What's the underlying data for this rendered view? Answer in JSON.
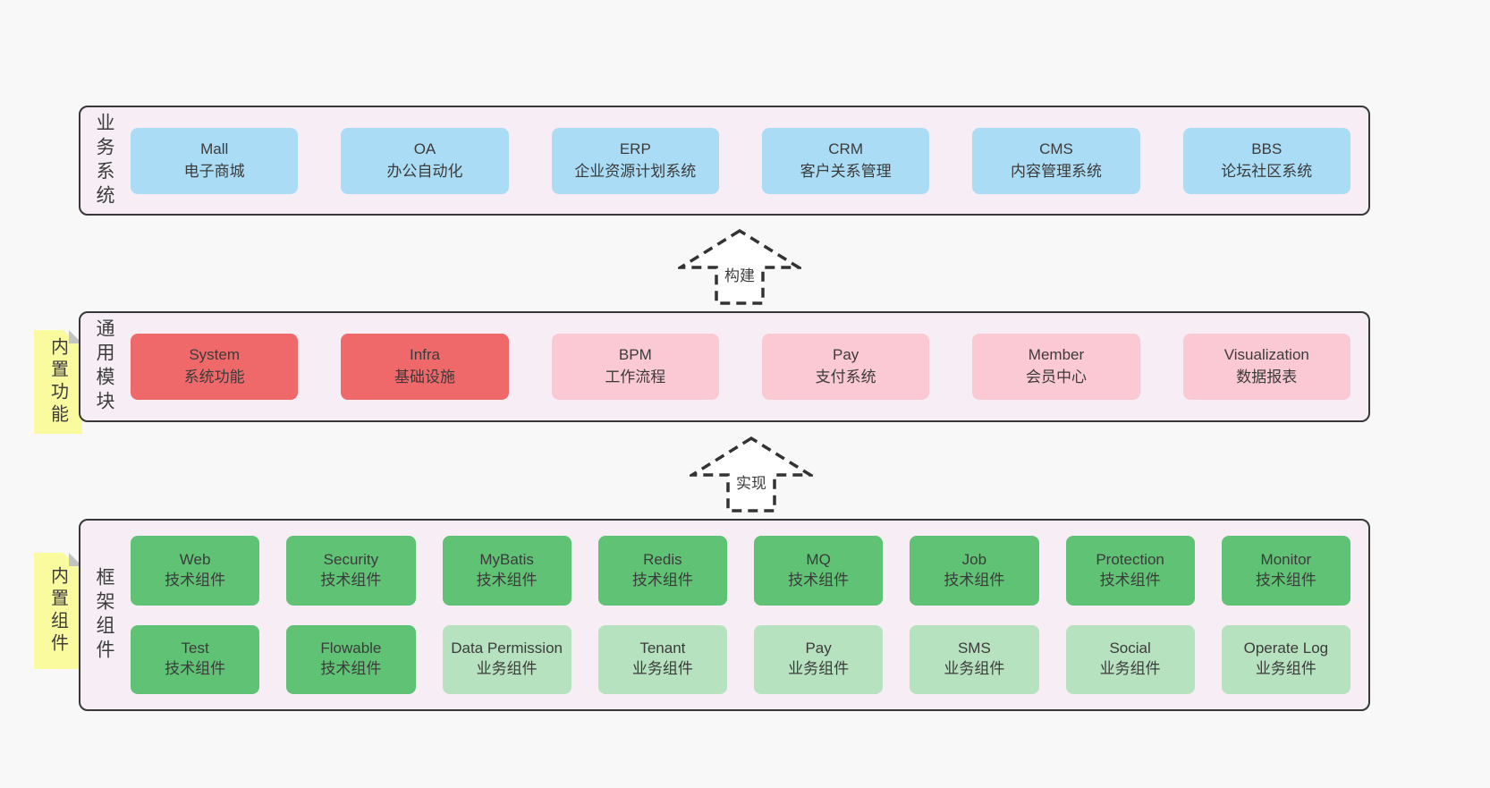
{
  "page": {
    "background": "#f8f8f8"
  },
  "colors": {
    "band_background": "#f7edf5",
    "band_border": "#383838",
    "box_blue": "#aadcf5",
    "box_red": "#f0696a",
    "box_pink": "#fbc9d3",
    "box_green": "#60c274",
    "box_green_light": "#b7e2bf",
    "sticky_yellow": "#fafa9f",
    "sticky_fold_gray": "#c3c3c3",
    "text": "#3d3d3d",
    "arrow_fill": "#ffffff"
  },
  "bands": [
    {
      "label": "业务系统",
      "boxes": [
        {
          "title": "Mall",
          "subtitle": "电子商城",
          "variant": "blue"
        },
        {
          "title": "OA",
          "subtitle": "办公自动化",
          "variant": "blue"
        },
        {
          "title": "ERP",
          "subtitle": "企业资源计划系统",
          "variant": "blue"
        },
        {
          "title": "CRM",
          "subtitle": "客户关系管理",
          "variant": "blue"
        },
        {
          "title": "CMS",
          "subtitle": "内容管理系统",
          "variant": "blue"
        },
        {
          "title": "BBS",
          "subtitle": "论坛社区系统",
          "variant": "blue"
        }
      ]
    },
    {
      "label": "通用模块",
      "sticky": "内置功能",
      "boxes": [
        {
          "title": "System",
          "subtitle": "系统功能",
          "variant": "red"
        },
        {
          "title": "Infra",
          "subtitle": "基础设施",
          "variant": "red"
        },
        {
          "title": "BPM",
          "subtitle": "工作流程",
          "variant": "pink"
        },
        {
          "title": "Pay",
          "subtitle": "支付系统",
          "variant": "pink"
        },
        {
          "title": "Member",
          "subtitle": "会员中心",
          "variant": "pink"
        },
        {
          "title": "Visualization",
          "subtitle": "数据报表",
          "variant": "pink"
        }
      ]
    },
    {
      "label": "框架组件",
      "sticky": "内置组件",
      "rows": [
        [
          {
            "title": "Web",
            "subtitle": "技术组件",
            "variant": "green"
          },
          {
            "title": "Security",
            "subtitle": "技术组件",
            "variant": "green"
          },
          {
            "title": "MyBatis",
            "subtitle": "技术组件",
            "variant": "green"
          },
          {
            "title": "Redis",
            "subtitle": "技术组件",
            "variant": "green"
          },
          {
            "title": "MQ",
            "subtitle": "技术组件",
            "variant": "green"
          },
          {
            "title": "Job",
            "subtitle": "技术组件",
            "variant": "green"
          },
          {
            "title": "Protection",
            "subtitle": "技术组件",
            "variant": "green"
          },
          {
            "title": "Monitor",
            "subtitle": "技术组件",
            "variant": "green"
          }
        ],
        [
          {
            "title": "Test",
            "subtitle": "技术组件",
            "variant": "green"
          },
          {
            "title": "Flowable",
            "subtitle": "技术组件",
            "variant": "green"
          },
          {
            "title": "Data Permission",
            "subtitle": "业务组件",
            "variant": "green-light"
          },
          {
            "title": "Tenant",
            "subtitle": "业务组件",
            "variant": "green-light"
          },
          {
            "title": "Pay",
            "subtitle": "业务组件",
            "variant": "green-light"
          },
          {
            "title": "SMS",
            "subtitle": "业务组件",
            "variant": "green-light"
          },
          {
            "title": "Social",
            "subtitle": "业务组件",
            "variant": "green-light"
          },
          {
            "title": "Operate Log",
            "subtitle": "业务组件",
            "variant": "green-light"
          }
        ]
      ]
    }
  ],
  "arrows": [
    {
      "label": "构建"
    },
    {
      "label": "实现"
    }
  ]
}
